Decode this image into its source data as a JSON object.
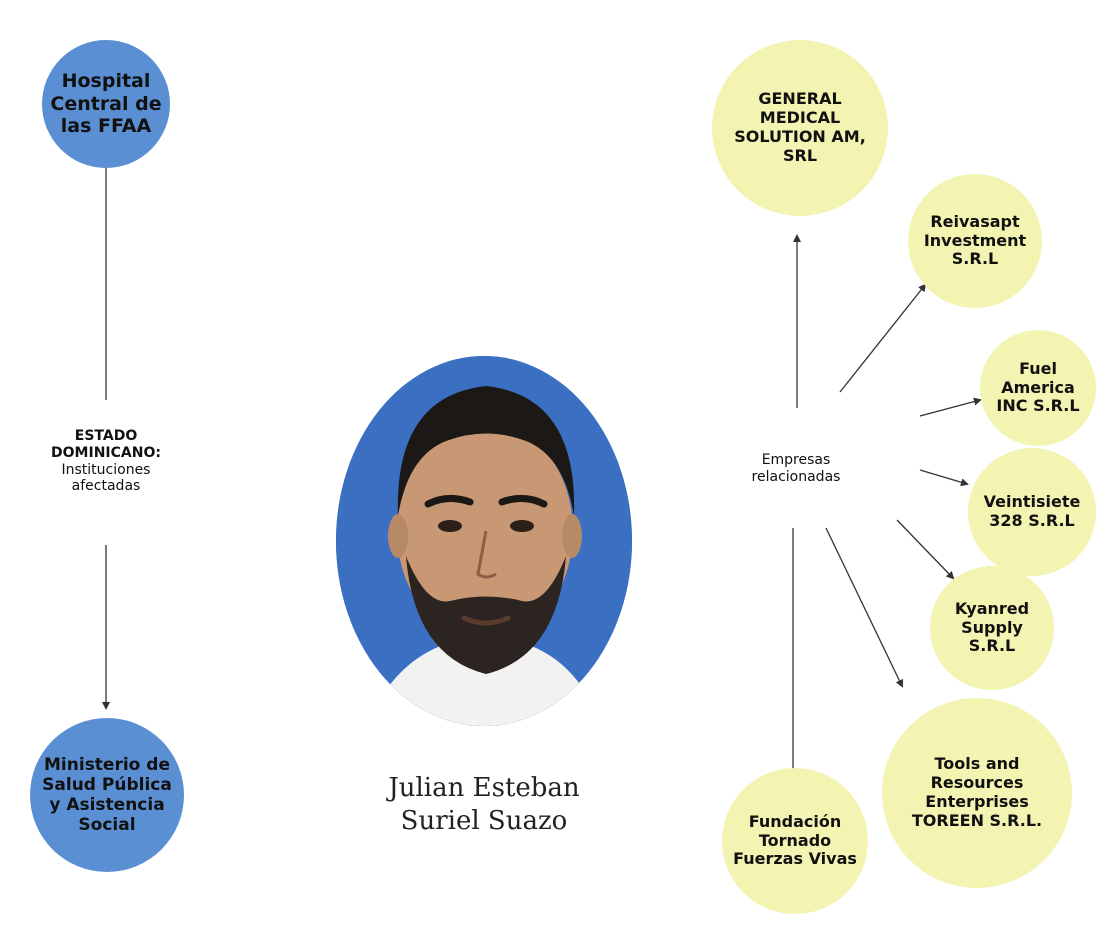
{
  "person": {
    "name_line1": "Julian Esteban",
    "name_line2": "Suriel Suazo"
  },
  "left": {
    "label_line1": "ESTADO",
    "label_line2": "DOMINICANO:",
    "label_line3": "Instituciones",
    "label_line4": "afectadas",
    "nodes": [
      {
        "text": "Hospital Central de las FFAA"
      },
      {
        "text": "Ministerio de Salud Pública y Asistencia Social"
      }
    ]
  },
  "right": {
    "label_line1": "Empresas",
    "label_line2": "relacionadas",
    "nodes": [
      {
        "text": "GENERAL MEDICAL SOLUTION AM, SRL"
      },
      {
        "text": "Reivasapt Investment S.R.L"
      },
      {
        "text": "Fuel America INC S.R.L"
      },
      {
        "text": "Veintisiete 328 S.R.L"
      },
      {
        "text": "Kyanred Supply S.R.L"
      },
      {
        "text": "Tools and Resources Enterprises TOREEN S.R.L."
      },
      {
        "text": "Fundación Tornado Fuerzas Vivas"
      }
    ]
  },
  "colors": {
    "institution_fill": "#5b8fd3",
    "company_fill": "#f3f3b2",
    "edge": "#333333",
    "portrait_background": "#3a6fc2"
  }
}
